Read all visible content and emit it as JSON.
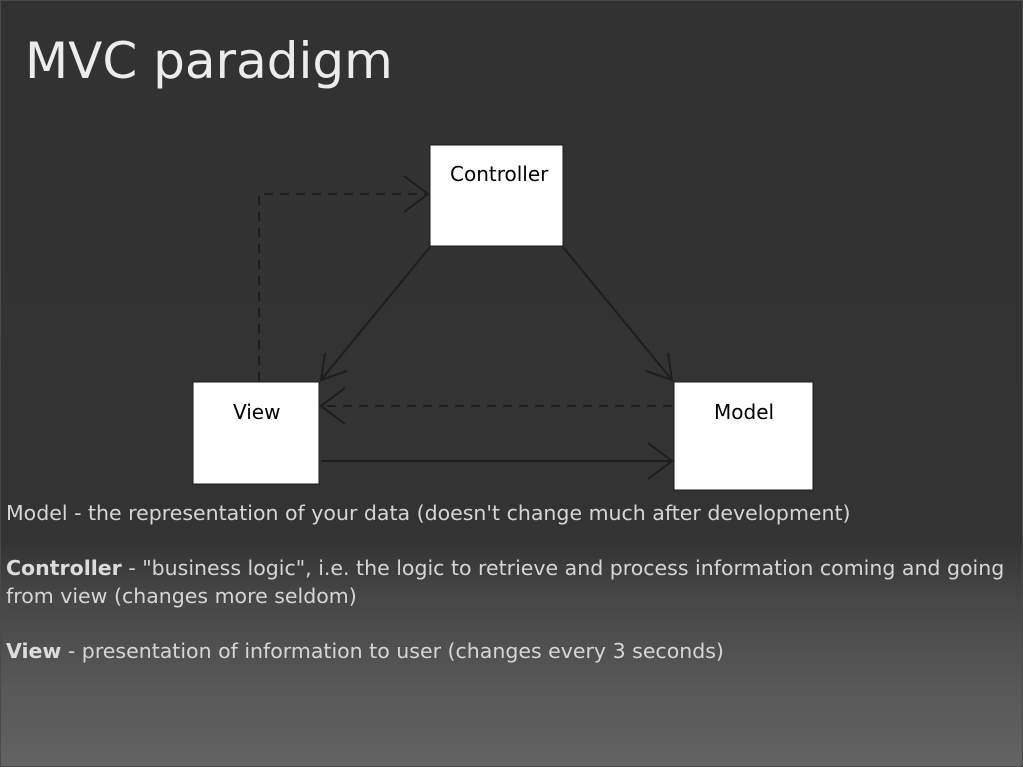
{
  "slide": {
    "title": "MVC paradigm"
  },
  "diagram": {
    "nodes": {
      "controller": "Controller",
      "view": "View",
      "model": "Model"
    }
  },
  "descriptions": {
    "model": {
      "text": "Model - the representation of your data (doesn't change much after development)"
    },
    "controller": {
      "term": "Controller",
      "text": " - \"business logic\", i.e. the logic to retrieve and process information coming and going from view (changes more seldom)"
    },
    "view": {
      "term": "View",
      "text": " - presentation of information to user (changes every 3 seconds)"
    }
  }
}
